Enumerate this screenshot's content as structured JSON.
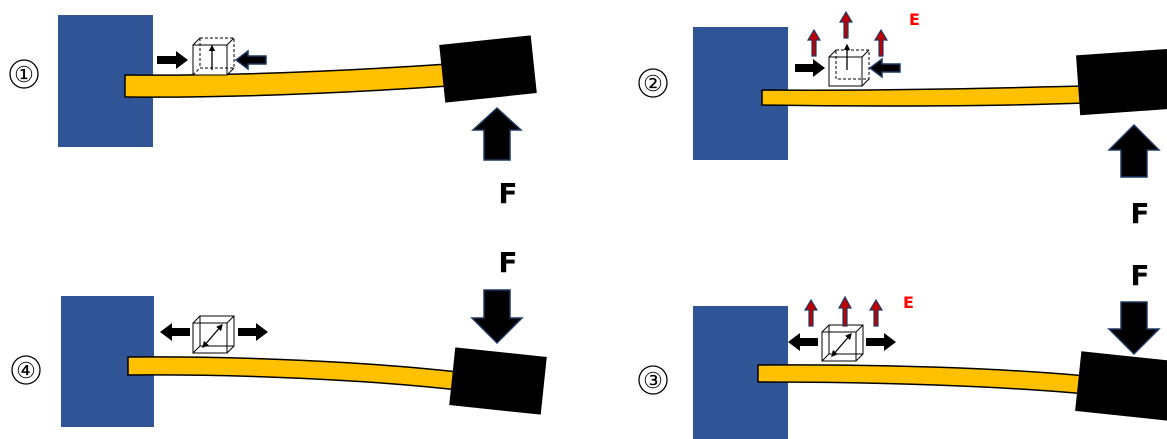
{
  "panels": [
    {
      "step": "①",
      "force_label": "F",
      "force_direction": "up",
      "strain": "compress",
      "field_label": ""
    },
    {
      "step": "②",
      "force_label": "F",
      "force_direction": "up",
      "strain": "compress",
      "field_label": "E"
    },
    {
      "step": "③",
      "force_label": "F",
      "force_direction": "down",
      "strain": "stretch",
      "field_label": "E"
    },
    {
      "step": "④",
      "force_label": "F",
      "force_direction": "down",
      "strain": "stretch",
      "field_label": ""
    }
  ],
  "colors": {
    "clamp": "#2f5597",
    "beam": "#ffc000",
    "weight": "#000000",
    "field_arrow": "#c00000",
    "field_label": "#ff0000",
    "arrow": "#000000",
    "arrow_outline": "#1f3864"
  }
}
